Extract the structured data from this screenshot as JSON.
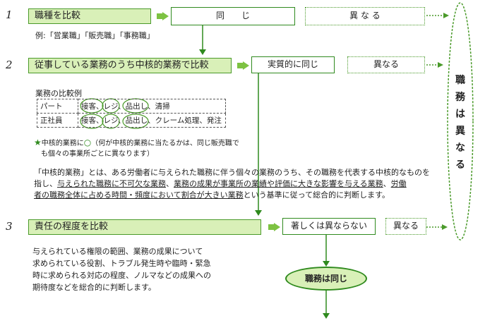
{
  "steps": [
    {
      "num": "1",
      "label": "職種を比較",
      "same": "同　　じ",
      "diff": "異 な る"
    },
    {
      "num": "2",
      "label": "従事している業務のうち中核的業務で比較",
      "same": "実質的に同じ",
      "diff": "異なる"
    },
    {
      "num": "3",
      "label": "責任の程度を比較",
      "same": "著しくは異ならない",
      "diff": "異なる"
    }
  ],
  "step1_example": "例:「営業職」「販売職」「事務職」",
  "comparison": {
    "title": "業務の比較例",
    "rows": [
      {
        "label": "パート",
        "content": "接客、レジ、品出し、清掃"
      },
      {
        "label": "正社員",
        "content": "接客、レジ、品出し、クレーム処理、発注"
      }
    ]
  },
  "core_note_1": "中核的業務に",
  "core_note_2": "（何が中核的業務に当たるかは、同じ販売職で",
  "core_note_3": "も個々の事業所ごとに異なります）",
  "definition": {
    "p1": "「中核的業務」とは、ある労働者に与えられた職務に伴う個々の業務のうち、その職務を代表する中核的なものを",
    "p2a": "指し、",
    "p2b": "与えられた職務に不可欠な業務",
    "p2c": "、",
    "p2d": "業務の成果が事業所の業績や評価に大きな影響を与える業務",
    "p2e": "、",
    "p2f": "労働",
    "p3a": "者の職務全体に占める時間・頻度において割合が大きい業務",
    "p3b": "という基準に従って総合的に判断します。"
  },
  "responsibility_text": [
    "与えられている権限の範囲、業務の成果について",
    "求められている役割、トラブル発生時や臨時・緊急",
    "時に求められる対応の程度、ノルマなどの成果への",
    "期待度などを総合的に判断します。"
  ],
  "result_same": "職務は同じ",
  "result_diff": [
    "職",
    "務",
    "は",
    "異",
    "な",
    "る"
  ],
  "colors": {
    "accent": "#2f8a1e",
    "fill": "#d9f0b8",
    "arrow": "#7dc242"
  }
}
